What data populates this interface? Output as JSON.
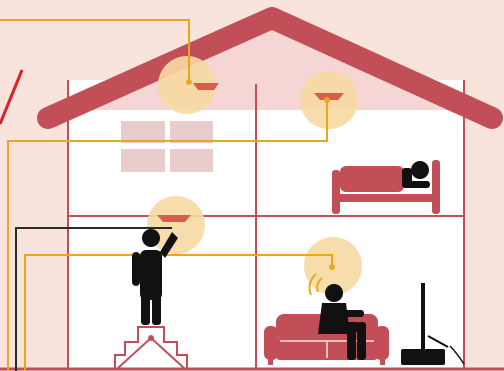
{
  "colors": {
    "background": "#f8e4dd",
    "house_red": "#c24f57",
    "wall_fill": "#ffffff",
    "attic_fill": "#f5d6d4",
    "window_pane": "#e9cdcc",
    "detector_glow": "#f7d9a3",
    "detector_red": "#d85d4a",
    "wire_orange": "#eca61b",
    "wire_dark": "#2b2b2b",
    "red_accent": "#d8232a",
    "person_black": "#111111"
  },
  "icons": [
    "smoke-detector-icon",
    "bed-icon",
    "sleeping-person-icon",
    "standing-person-icon",
    "step-stool-icon",
    "sofa-icon",
    "seated-person-icon",
    "tv-icon",
    "window-icon",
    "wireless-signal-icon"
  ],
  "rooms": [
    "attic",
    "bedroom",
    "upper-left-room",
    "hallway",
    "living-room"
  ]
}
